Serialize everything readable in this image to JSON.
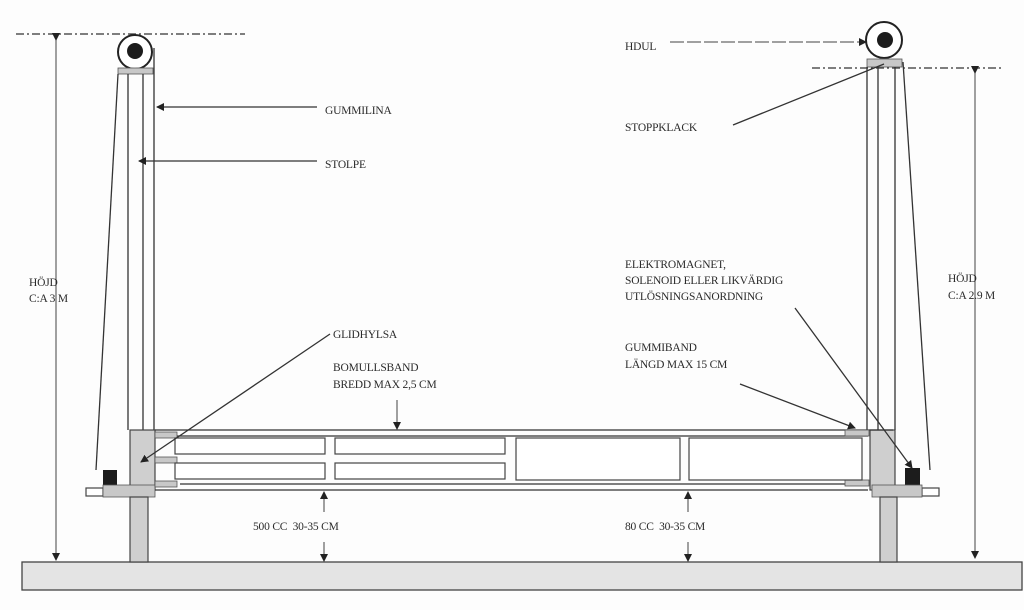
{
  "labels": {
    "gummilina": "GUMMILINA",
    "stolpe": "STOLPE",
    "height_left": [
      "HÖJD",
      "C:A 3 M"
    ],
    "hjul": "HDUL",
    "stoppklack": "STOPPKLACK",
    "elektromagnet": [
      "ELEKTROMAGNET,",
      "SOLENOID ELLER LIKVÄRDIG",
      "UTLÖSNINGSANORDNING"
    ],
    "height_right": [
      "HÖJD",
      "C:A 2.9 M"
    ],
    "glidhylsa": "GLIDHYLSA",
    "bomullsband": [
      "BOMULLSBAND",
      "BREDD MAX 2,5 CM"
    ],
    "gummiband": [
      "GUMMIBAND",
      "LÄNGD MAX 15 CM"
    ],
    "clearance_left": "500 CC  30-35 CM",
    "clearance_right": "80 CC  30-35 CM"
  }
}
